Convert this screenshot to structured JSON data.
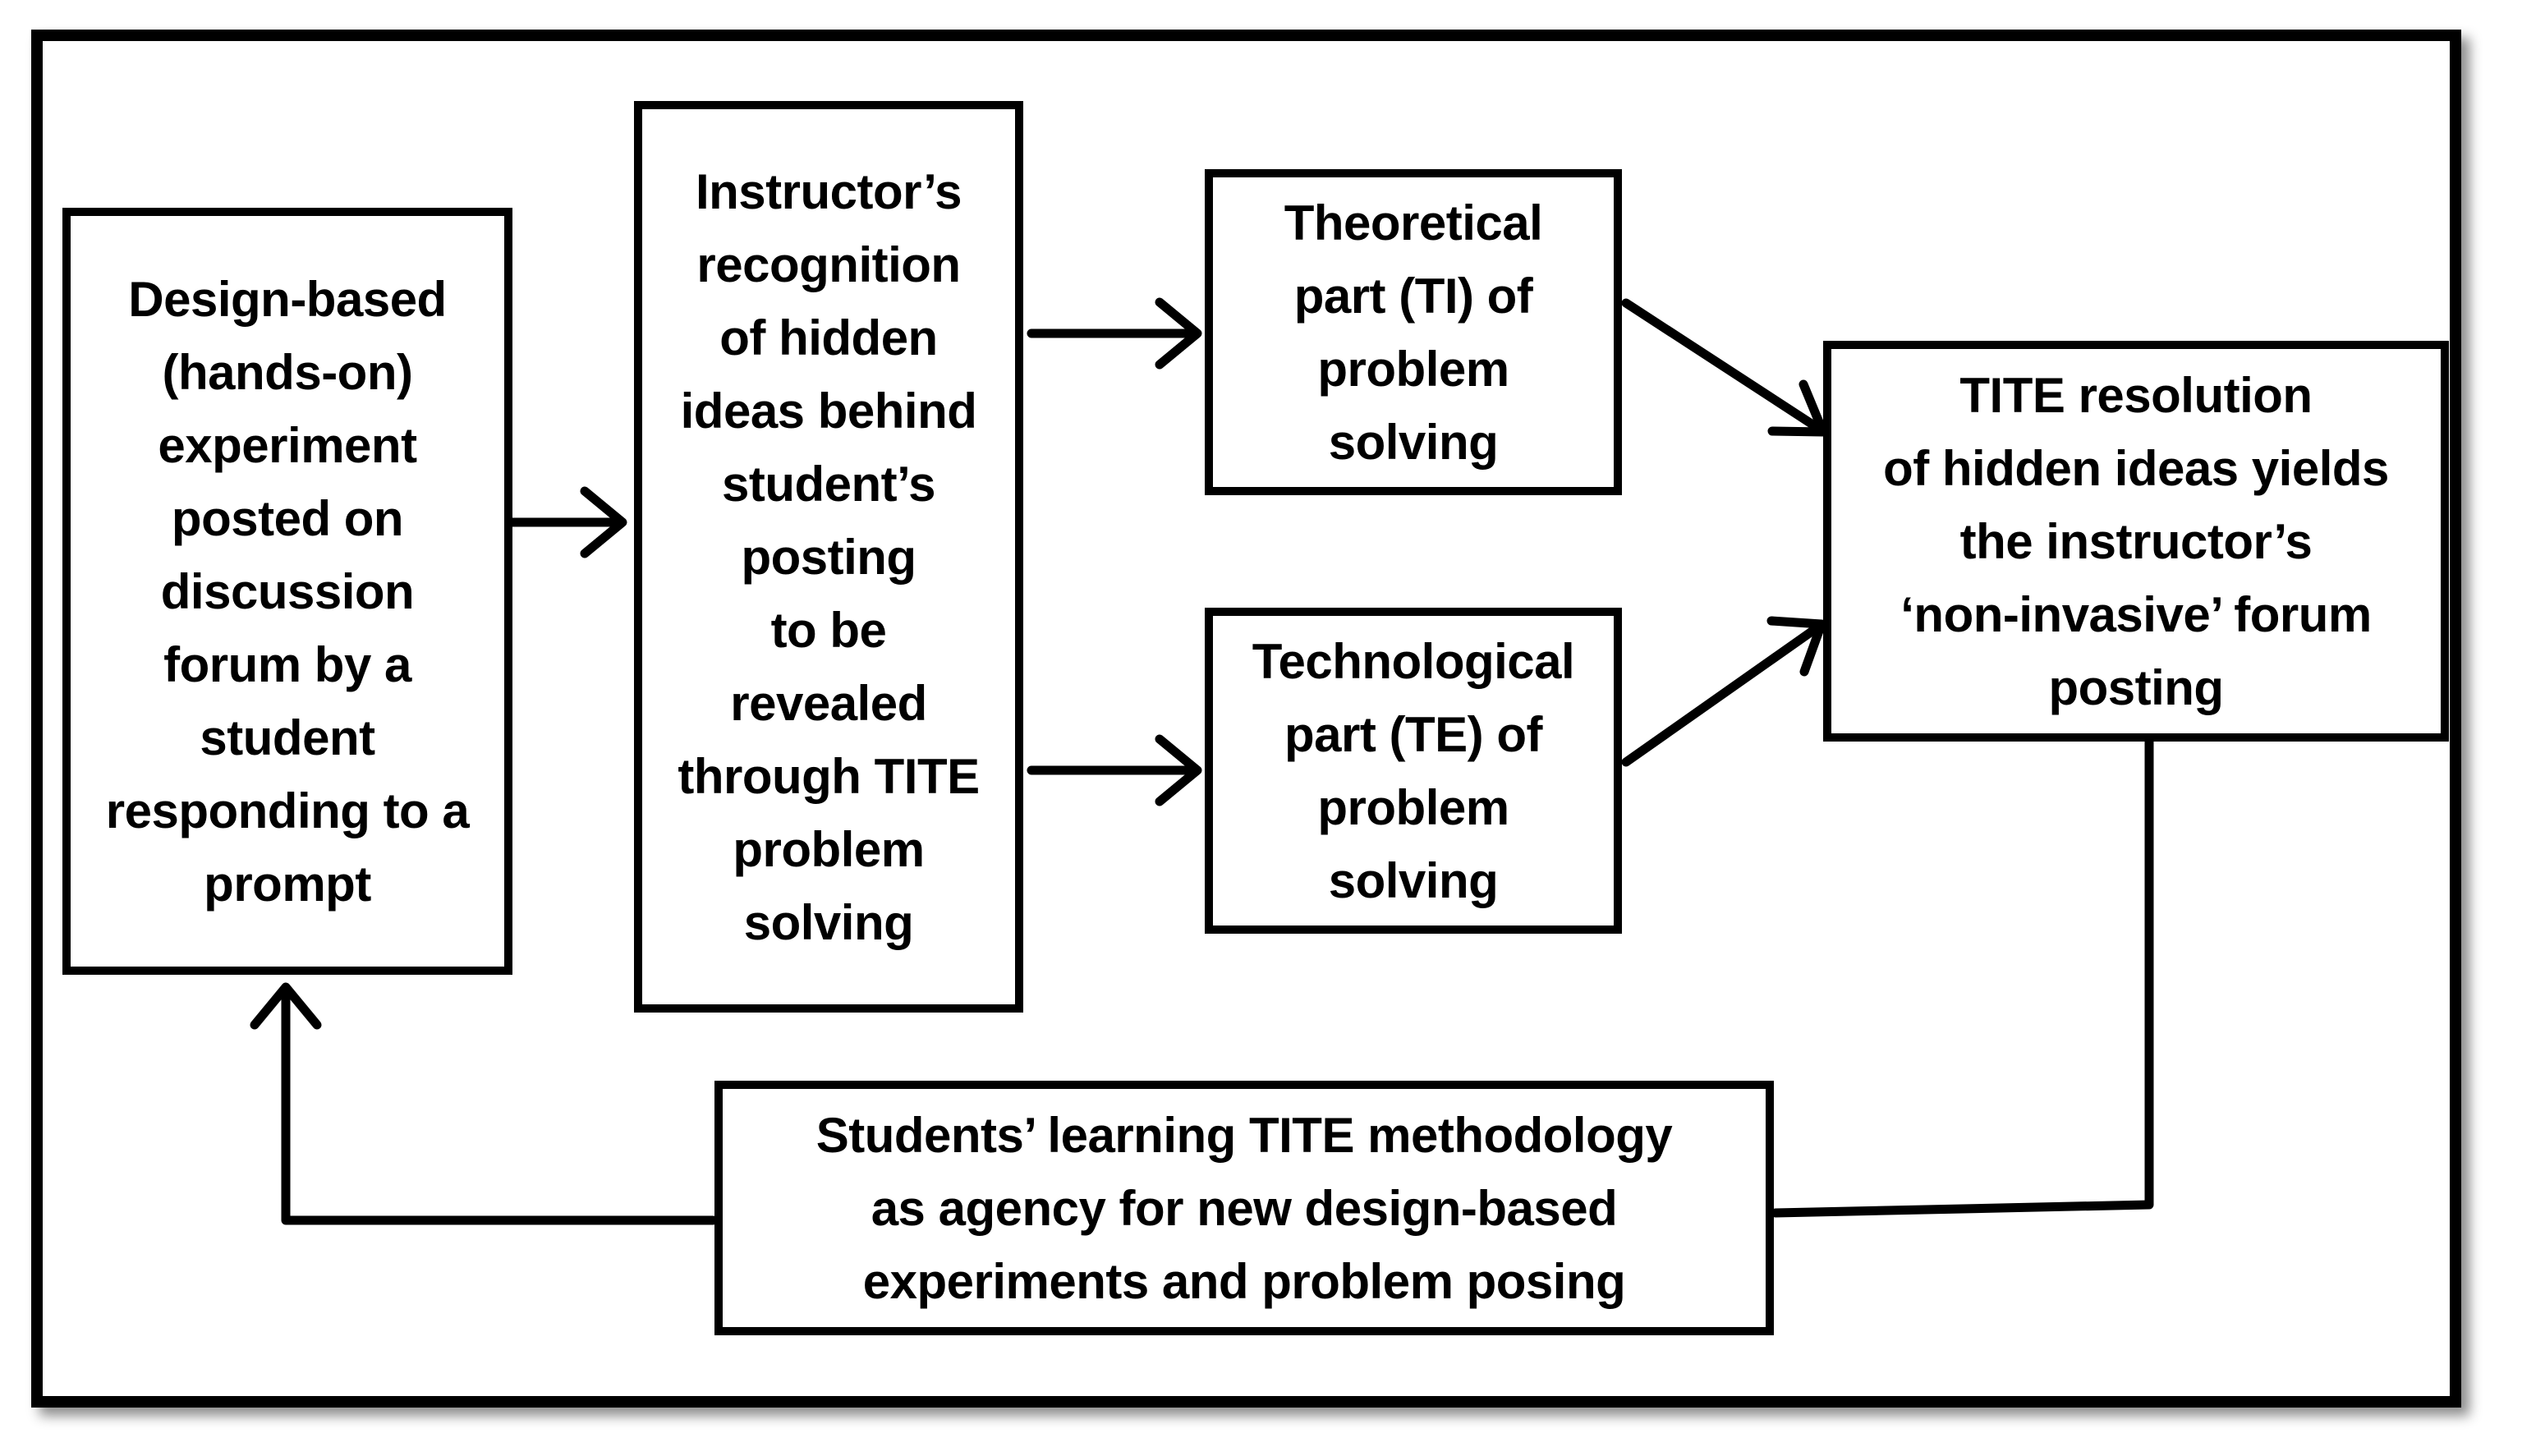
{
  "diagram": {
    "nodes": {
      "design_experiment": "Design-based\n(hands-on)\nexperiment\nposted on\ndiscussion\nforum by a\nstudent\nresponding to a\nprompt",
      "instructor_recognition": "Instructor’s\nrecognition\nof hidden\nideas behind\nstudent’s\nposting\nto be\nrevealed\nthrough TITE\nproblem\nsolving",
      "theoretical_part": "Theoretical\npart (TI) of\nproblem\nsolving",
      "technological_part": "Technological\npart (TE) of\nproblem\nsolving",
      "tite_resolution": "TITE resolution\nof hidden ideas yields\nthe instructor’s\n‘non-invasive’ forum\nposting",
      "students_learning": "Students’ learning TITE methodology\nas agency for new design-based\nexperiments and problem posing"
    },
    "edges": [
      {
        "from": "design_experiment",
        "to": "instructor_recognition"
      },
      {
        "from": "instructor_recognition",
        "to": "theoretical_part"
      },
      {
        "from": "instructor_recognition",
        "to": "technological_part"
      },
      {
        "from": "theoretical_part",
        "to": "tite_resolution"
      },
      {
        "from": "technological_part",
        "to": "tite_resolution"
      },
      {
        "from": "tite_resolution",
        "to": "students_learning"
      },
      {
        "from": "students_learning",
        "to": "design_experiment"
      }
    ]
  }
}
